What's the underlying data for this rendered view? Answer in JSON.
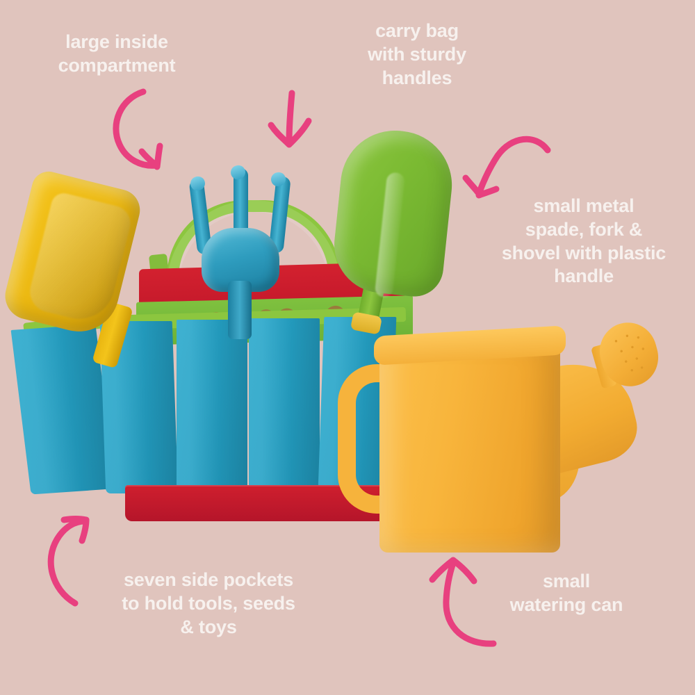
{
  "background_color": "#e0c4bd",
  "accent_color": "#e8407f",
  "text_color": "#f7f1ee",
  "callouts": [
    {
      "id": "compartment",
      "text": "large inside\ncompartment",
      "arrow": "curved-arrow-down-right"
    },
    {
      "id": "carrybag",
      "text": "carry bag\nwith sturdy\nhandles",
      "arrow": "straight-arrow-down"
    },
    {
      "id": "tools",
      "text": "small metal\nspade, fork &\nshovel with plastic\nhandle",
      "arrow": "arc-arrow-down-left"
    },
    {
      "id": "pockets",
      "text": "seven side pockets\nto hold tools, seeds\n& toys",
      "arrow": "curved-arrow-up-right"
    },
    {
      "id": "can",
      "text": "small\nwatering can",
      "arrow": "curved-arrow-up"
    }
  ],
  "product": {
    "name": "kids-gardening-tool-set",
    "bag": {
      "name": "canvas-tool-carry-bag",
      "trim_color": "#8cc63f",
      "pocket_color": "#28a8cc",
      "accent_band_color": "#d3212f",
      "pocket_count": 7,
      "grommet_color": "#9a7b3c",
      "cord_color": "#17867c"
    },
    "tools": [
      {
        "name": "yellow-plastic-shovel",
        "color": "#f0bc16"
      },
      {
        "name": "blue-hand-fork",
        "color": "#2e9cbe",
        "prongs": 3
      },
      {
        "name": "green-trowel",
        "color": "#7cbb33"
      },
      {
        "name": "orange-watering-can",
        "color": "#f6b33c"
      }
    ]
  }
}
